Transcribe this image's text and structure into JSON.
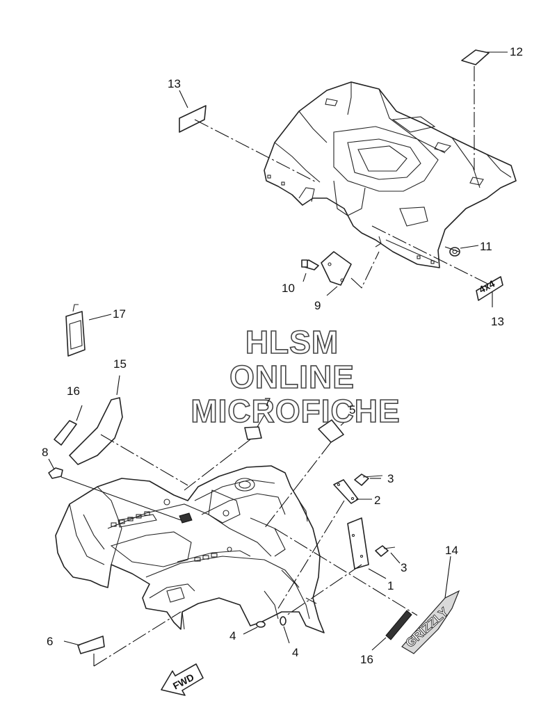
{
  "watermark": {
    "line1": "HLSM",
    "line2": "ONLINE",
    "line3": "MICROFICHE"
  },
  "callouts": [
    {
      "id": "c12",
      "label": "12"
    },
    {
      "id": "c13a",
      "label": "13"
    },
    {
      "id": "c11",
      "label": "11"
    },
    {
      "id": "c10",
      "label": "10"
    },
    {
      "id": "c9",
      "label": "9"
    },
    {
      "id": "c13b",
      "label": "13"
    },
    {
      "id": "c17",
      "label": "17"
    },
    {
      "id": "c15",
      "label": "15"
    },
    {
      "id": "c16a",
      "label": "16"
    },
    {
      "id": "c7",
      "label": "7"
    },
    {
      "id": "c5",
      "label": "5"
    },
    {
      "id": "c8",
      "label": "8"
    },
    {
      "id": "c3a",
      "label": "3"
    },
    {
      "id": "c2",
      "label": "2"
    },
    {
      "id": "c3b",
      "label": "3"
    },
    {
      "id": "c1",
      "label": "1"
    },
    {
      "id": "c14",
      "label": "14"
    },
    {
      "id": "c4a",
      "label": "4"
    },
    {
      "id": "c4b",
      "label": "4"
    },
    {
      "id": "c6",
      "label": "6"
    },
    {
      "id": "c16b",
      "label": "16"
    }
  ],
  "fwd_arrow": {
    "label": "FWD"
  },
  "emblem_4x4": {
    "text": "4x4"
  },
  "grizzly_emblem": {
    "text": "GRIZZLY"
  }
}
